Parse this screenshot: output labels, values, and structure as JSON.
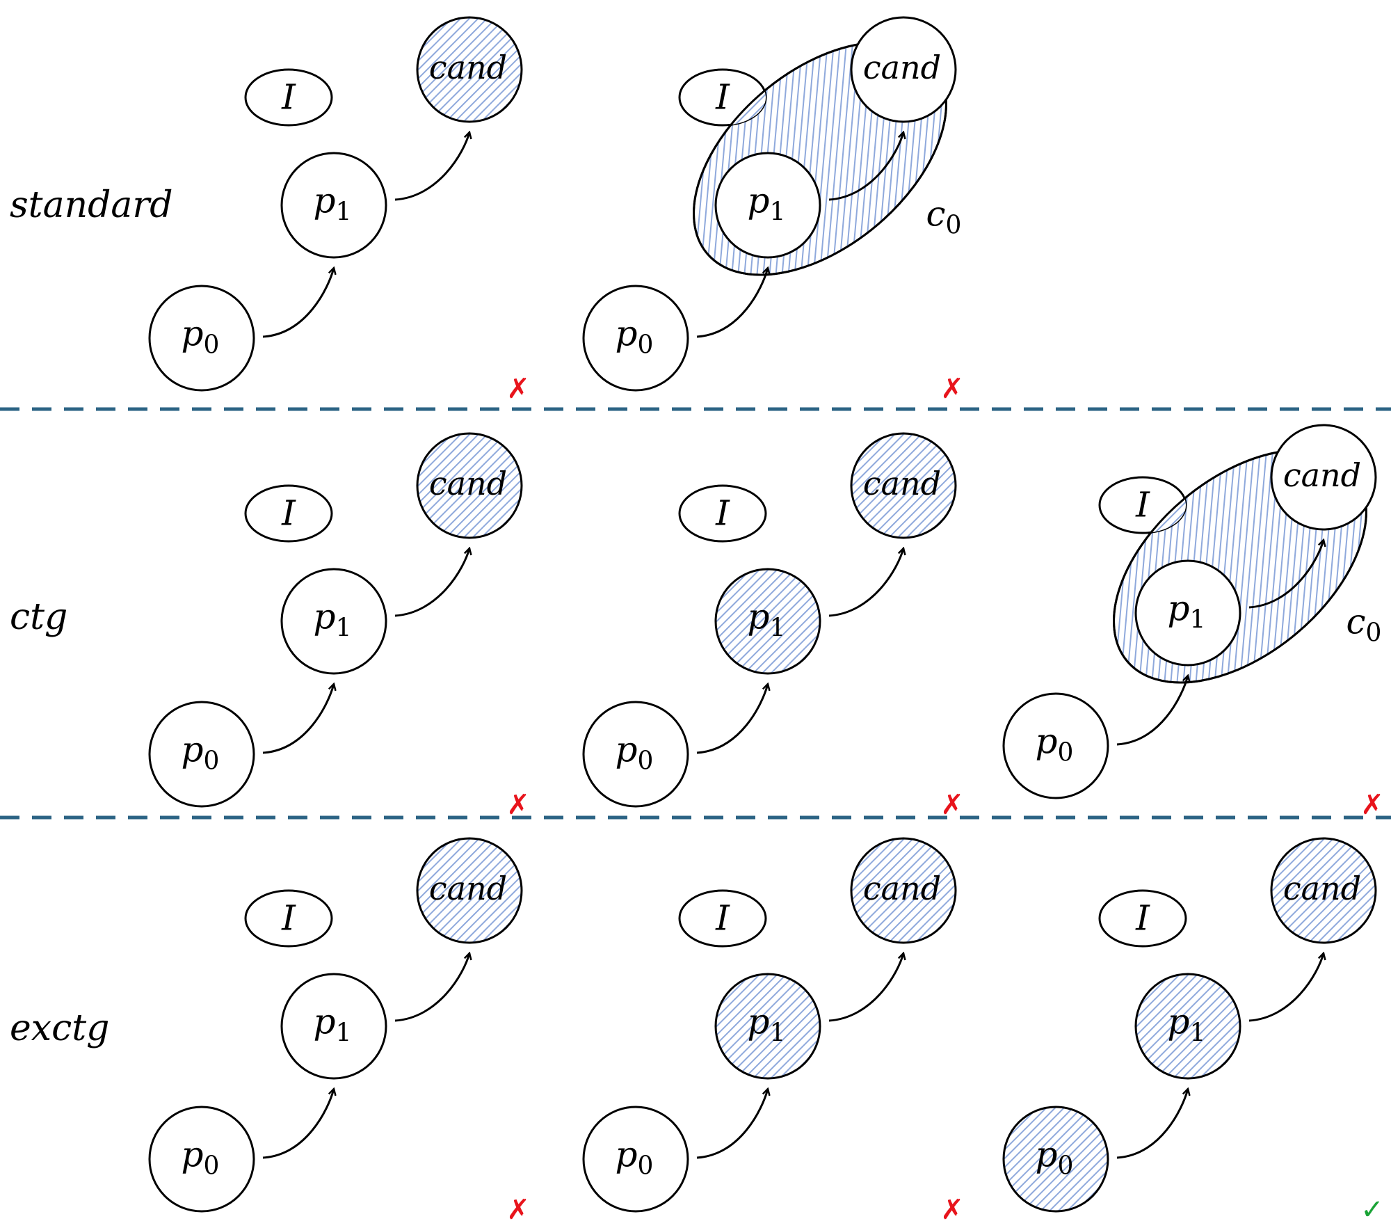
{
  "labels": {
    "initial": "I",
    "candidate": "cand",
    "p0_base": "p",
    "p0_sub": "0",
    "p1_base": "p",
    "p1_sub": "1",
    "c0_base": "c",
    "c0_sub": "0"
  },
  "colors": {
    "hatch_line": "#8fa9dc",
    "divider": "#2b6384",
    "fail_mark": "#e8141c",
    "pass_mark": "#1aa336"
  },
  "rows": [
    {
      "label": "standard",
      "panels": [
        {
          "hatched": [
            "cand"
          ],
          "cube": false,
          "result": "fail",
          "mark": "✗"
        },
        {
          "hatched": [],
          "cube": true,
          "result": "fail",
          "mark": "✗"
        }
      ]
    },
    {
      "label": "ctg",
      "panels": [
        {
          "hatched": [
            "cand"
          ],
          "cube": false,
          "result": "fail",
          "mark": "✗"
        },
        {
          "hatched": [
            "cand",
            "p1"
          ],
          "cube": false,
          "result": "fail",
          "mark": "✗"
        },
        {
          "hatched": [],
          "cube": true,
          "result": "fail",
          "mark": "✗"
        }
      ]
    },
    {
      "label": "exctg",
      "panels": [
        {
          "hatched": [
            "cand"
          ],
          "cube": false,
          "result": "fail",
          "mark": "✗"
        },
        {
          "hatched": [
            "cand",
            "p1"
          ],
          "cube": false,
          "result": "fail",
          "mark": "✗"
        },
        {
          "hatched": [
            "cand",
            "p1",
            "p0"
          ],
          "cube": false,
          "result": "pass",
          "mark": "✓"
        }
      ]
    }
  ]
}
